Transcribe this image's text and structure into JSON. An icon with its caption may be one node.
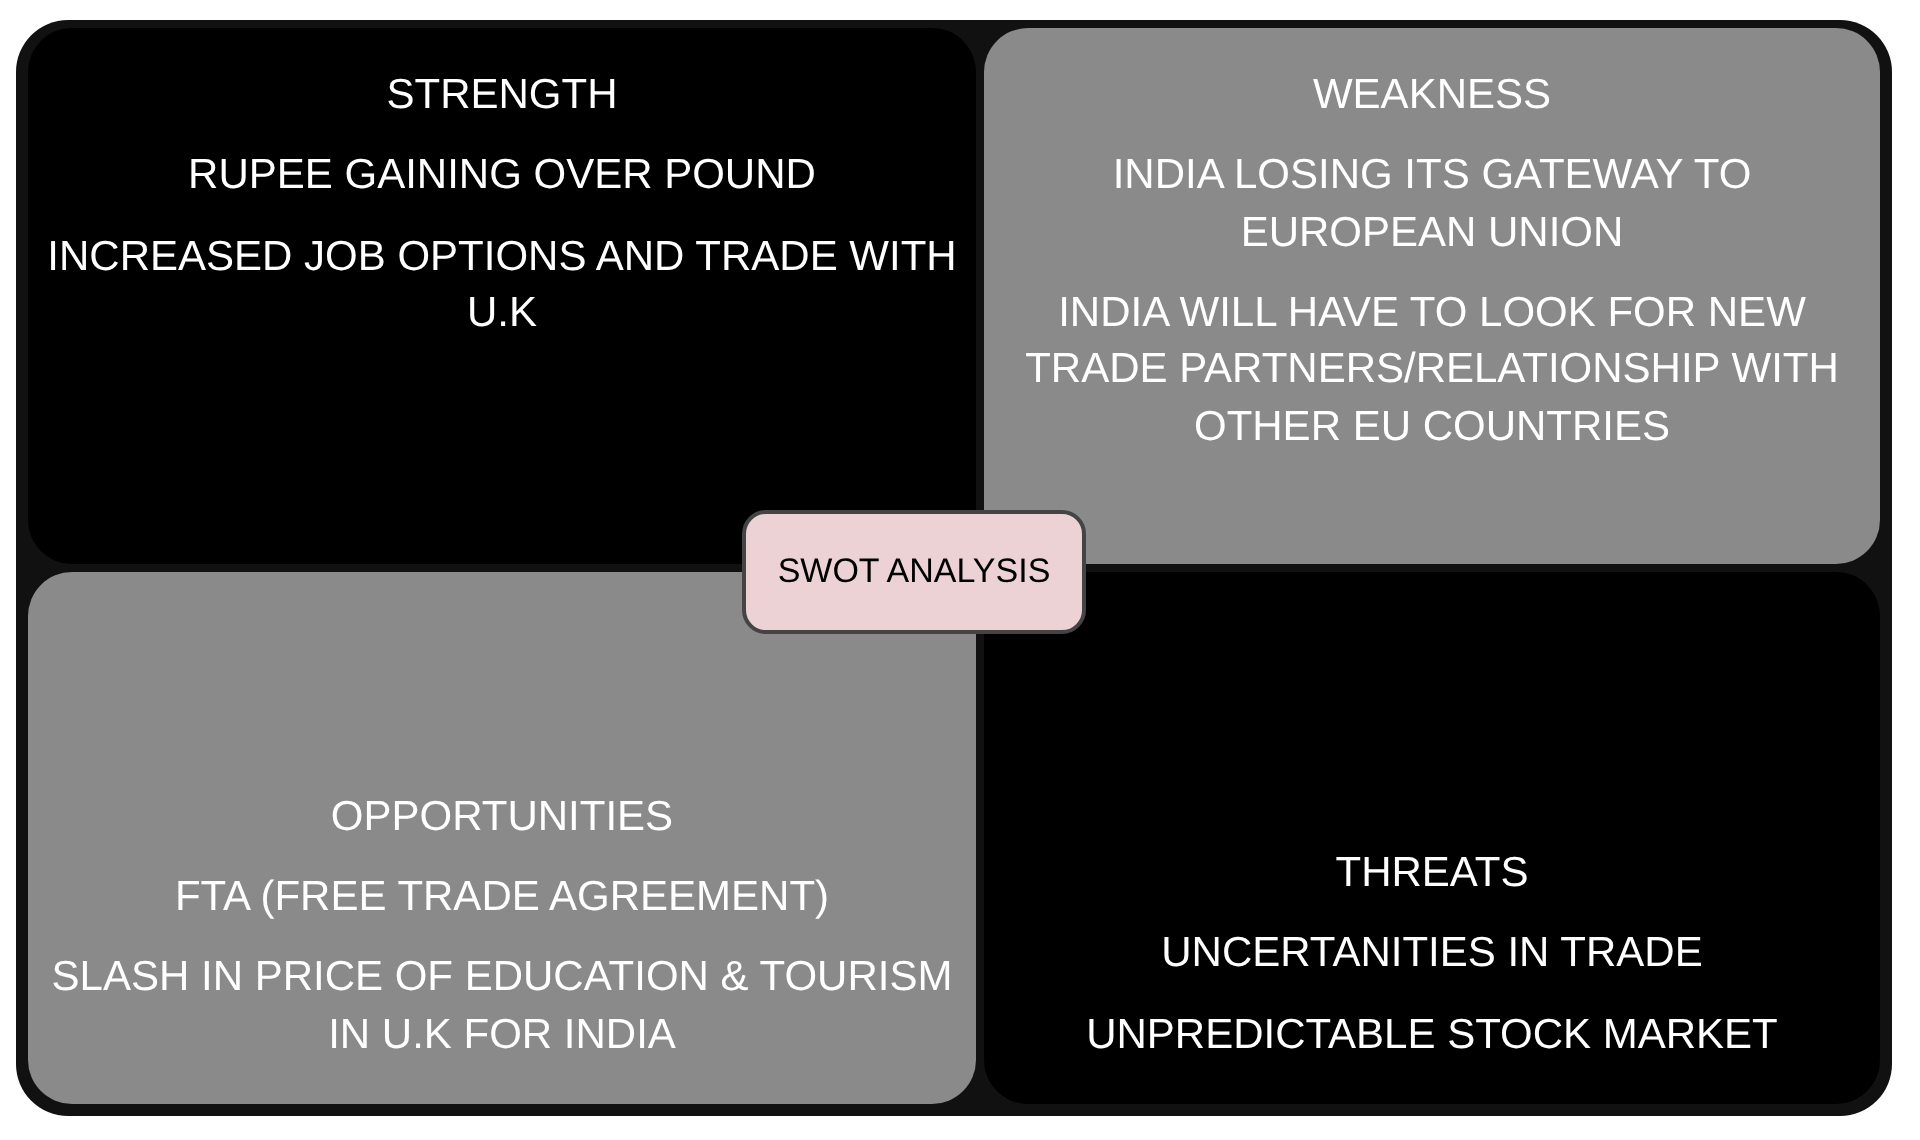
{
  "diagram": {
    "nodes": [
      {
        "text": [
          "STRENGTH",
          "RUPEE GAINING OVER POUND",
          "INCREASED JOB OPTIONS AND TRADE WITH U.K"
        ]
      },
      {
        "text": [
          "WEAKNESS",
          "INDIA LOSING ITS GATEWAY TO EUROPEAN UNION",
          "INDIA WILL HAVE TO LOOK FOR NEW TRADE PARTNERS/RELATIONSHIP WITH OTHER EU COUNTRIES"
        ]
      },
      {
        "text": [
          "OPPORTUNITIES",
          "FTA (FREE TRADE AGREEMENT)",
          "SLASH IN PRICE OF EDUCATION & TOURISM IN U.K FOR INDIA"
        ]
      },
      {
        "text": [
          "THREATS",
          "UNCERTANITIES IN TRADE",
          "UNPREDICTABLE STOCK MARKET"
        ]
      },
      {
        "text": [
          "SWOT ANALYSIS"
        ]
      }
    ]
  }
}
